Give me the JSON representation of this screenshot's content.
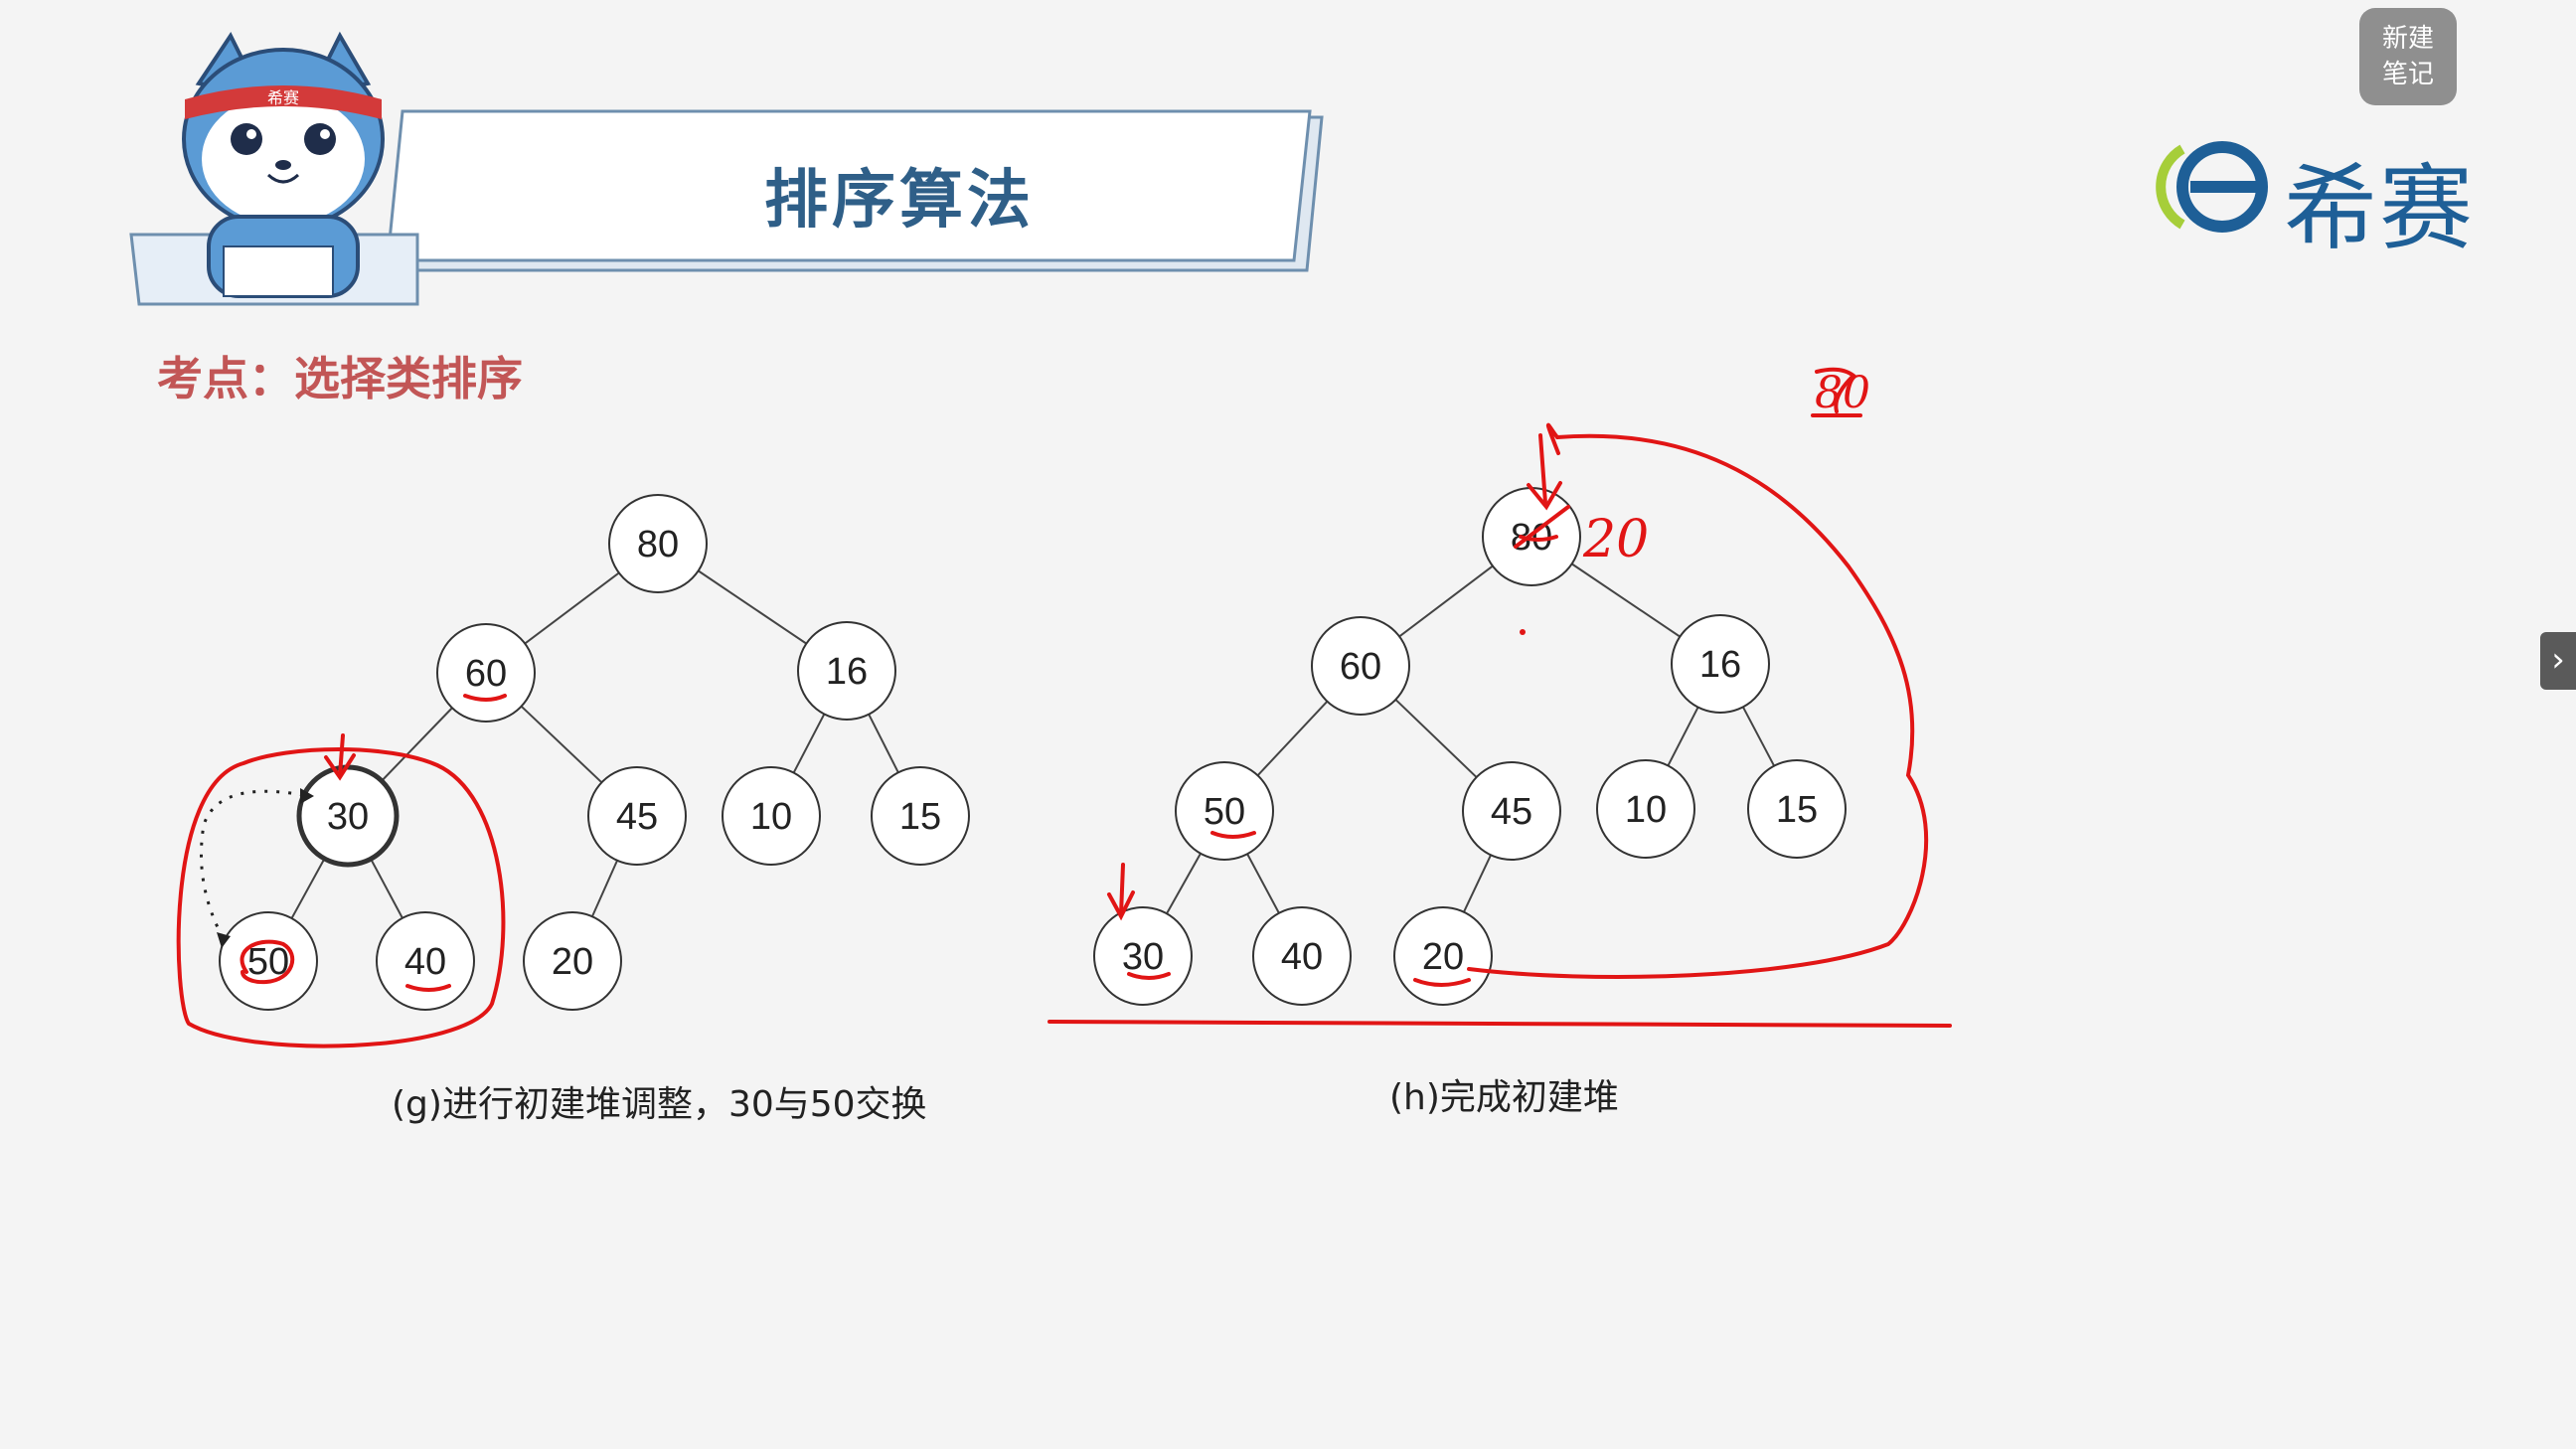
{
  "header": {
    "title": "排序算法",
    "topic": "考点：选择类排序",
    "mascot_band_text": "希赛",
    "brand": {
      "name": "希赛",
      "color": "#1e5f97",
      "accent": "#a6ce39"
    }
  },
  "note_button": {
    "line1": "新建",
    "line2": "笔记"
  },
  "side_toggle_icon": "chevron-right-icon",
  "diagram_g": {
    "caption": "(g)进行初建堆调整，30与50交换",
    "nodes": [
      "80",
      "60",
      "16",
      "30",
      "45",
      "10",
      "15",
      "50",
      "40",
      "20"
    ]
  },
  "diagram_h": {
    "caption": "(h)完成初建堆",
    "nodes": [
      "80",
      "60",
      "16",
      "50",
      "45",
      "10",
      "15",
      "30",
      "40",
      "20"
    ]
  },
  "annotations": {
    "replacement_value": "20",
    "top_scribble": "80",
    "color": "#e11515"
  }
}
